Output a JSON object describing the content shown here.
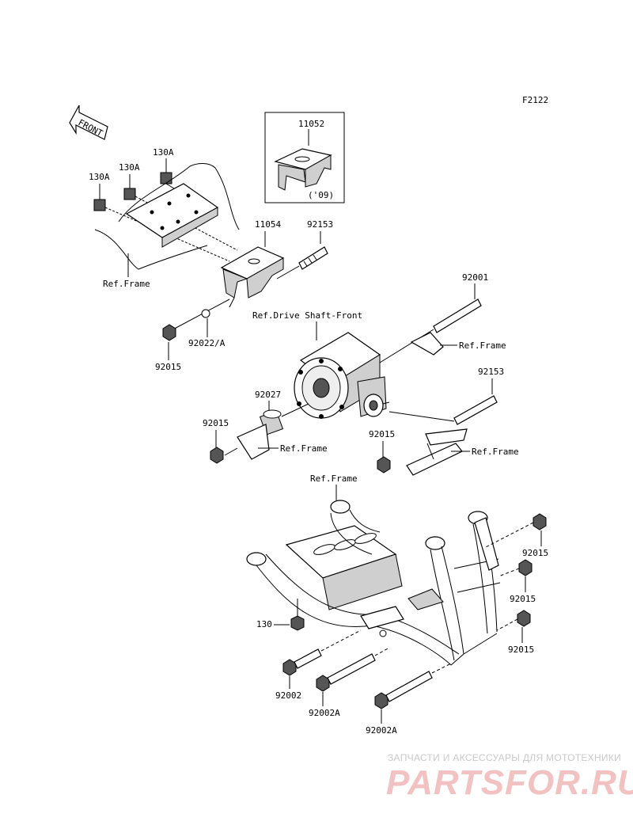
{
  "figure_code": "F2122",
  "front_label": "FRONT",
  "inset": {
    "part": "11052",
    "year": "('09)"
  },
  "labels": {
    "p130a_1": "130A",
    "p130a_2": "130A",
    "p130a_3": "130A",
    "ref_frame_1": "Ref.Frame",
    "p11054": "11054",
    "p92153_top": "92153",
    "p92001": "92001",
    "ref_drive_shaft": "Ref.Drive Shaft-Front",
    "ref_frame_2": "Ref.Frame",
    "p92022a": "92022/A",
    "p92015_1": "92015",
    "p92027": "92027",
    "p92153_mid": "92153",
    "p92015_2": "92015",
    "ref_frame_3": "Ref.Frame",
    "p92015_3": "92015",
    "ref_frame_4": "Ref.Frame",
    "ref_frame_5": "Ref.Frame",
    "p92015_4": "92015",
    "p92015_5": "92015",
    "p130": "130",
    "p92015_6": "92015",
    "p92002": "92002",
    "p92002a_1": "92002A",
    "p92002a_2": "92002A"
  },
  "watermark": {
    "caption": "ЗАПЧАСТИ И АКСЕССУАРЫ ДЛЯ МОТОТЕХНИКИ",
    "logo": "PARTSFOR.RU"
  }
}
